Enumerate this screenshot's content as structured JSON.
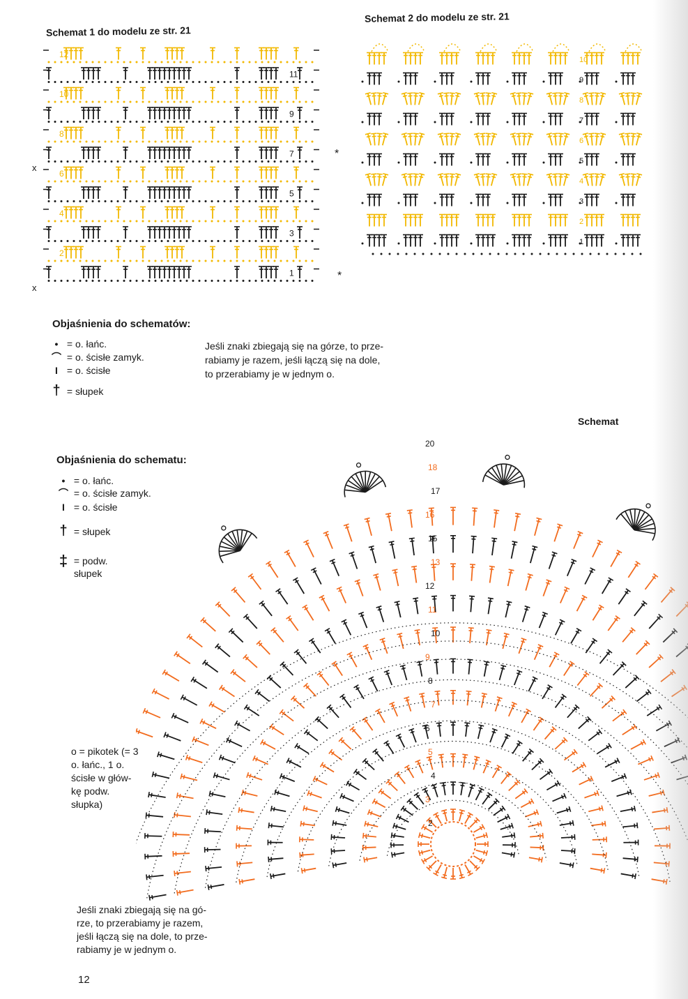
{
  "schemat1": {
    "title": "Schemat 1 do modelu ze str. 21",
    "row_numbers": [
      "12",
      "11",
      "10",
      "9",
      "8",
      "7",
      "6",
      "5",
      "4",
      "3",
      "2",
      "1"
    ],
    "marker": "x",
    "star": "*"
  },
  "schemat2": {
    "title": "Schemat 2 do modelu ze str. 21",
    "row_numbers": [
      "10",
      "9",
      "8",
      "7",
      "6",
      "5",
      "4",
      "3",
      "2",
      "1"
    ]
  },
  "legend1": {
    "title": "Objaśnienia do schematów:",
    "items": [
      {
        "symbol": "•",
        "text": "= o. łańc."
      },
      {
        "symbol": "⌒",
        "text": "= o. ścisłe zamyk."
      },
      {
        "symbol": "I",
        "text": "= o. ścisłe"
      },
      {
        "symbol": "†",
        "text": "= słupek"
      }
    ],
    "note": [
      "Jeśli znaki zbiegają się na górze, to prze-",
      "rabiamy je razem, jeśli łączą się na dole,",
      "to przerabiamy je w jednym o."
    ]
  },
  "schemat3": {
    "title": "Schemat",
    "row_numbers": [
      "20",
      "18",
      "17",
      "16",
      "15",
      "13",
      "12",
      "11",
      "10",
      "9",
      "8",
      "7",
      "6",
      "5",
      "4",
      "3",
      "2"
    ]
  },
  "legend2": {
    "title": "Objaśnienia do schematu:",
    "items": [
      {
        "symbol": "•",
        "text": "= o. łańc."
      },
      {
        "symbol": "⌒",
        "text": "= o. ścisłe zamyk."
      },
      {
        "symbol": "I",
        "text": "= o. ścisłe"
      },
      {
        "symbol": "†",
        "text": "= słupek"
      },
      {
        "symbol": "‡",
        "text": "= podw. słupek"
      }
    ],
    "picot": [
      "o = pikotek (= 3",
      "o. łańc., 1 o.",
      "ścisłe w głów-",
      "kę podw.",
      "słupka)"
    ],
    "note": [
      "Jeśli znaki zbiegają się na gó-",
      "rze, to przerabiamy je razem,",
      "jeśli łączą się na dole, to prze-",
      "rabiamy je w jednym o."
    ]
  },
  "page_number": "12",
  "colors": {
    "black": "#1a1a1a",
    "yellow": "#f2b800",
    "orange": "#f26b1d"
  }
}
